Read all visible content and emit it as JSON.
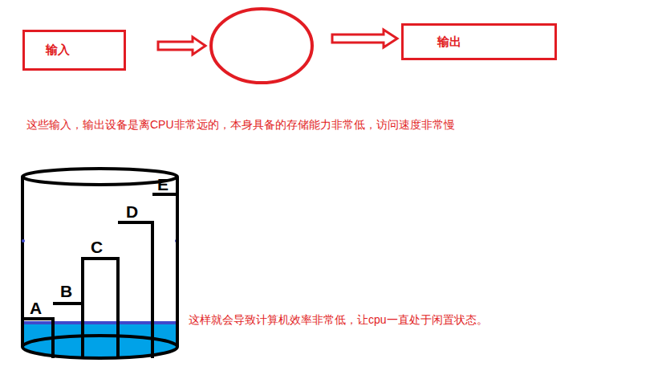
{
  "diagram": {
    "nodes": [
      {
        "text": [
          "输入"
        ]
      },
      {
        "text": [
          "输出"
        ]
      }
    ],
    "labels": [
      "这些输入，输出设备是离CPU非常远的，本身具备的存储能力非常低，访问速度非常慢",
      "A",
      "B",
      "C",
      "D",
      "E",
      "这样就会导致计算机效率非常低，让cpu一直处于闲置状态。"
    ]
  }
}
